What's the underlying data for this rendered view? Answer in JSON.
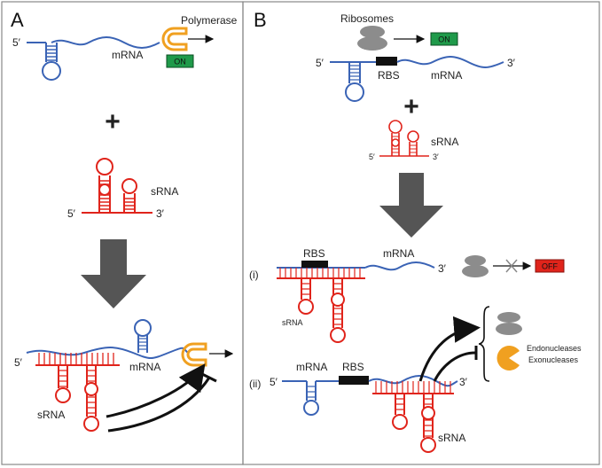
{
  "panel_a": {
    "letter": "A",
    "five_prime_top": "5′",
    "polymerase_label": "Polymerase",
    "mrna_label_top": "mRNA",
    "on_badge": "ON",
    "plus": "+",
    "srna_label": "sRNA",
    "srna_five_prime": "5′",
    "srna_three_prime": "3′",
    "complex_five_prime": "5′",
    "complex_mrna_label": "mRNA",
    "complex_srna_label": "sRNA"
  },
  "panel_b": {
    "letter": "B",
    "ribosomes_label": "Ribosomes",
    "on_badge": "ON",
    "five_prime": "5′",
    "rbs_label": "RBS",
    "mrna_label": "mRNA",
    "three_prime": "3′",
    "plus": "+",
    "srna_five_prime": "5′",
    "srna_label": "sRNA",
    "srna_three_prime": "3′",
    "case_i": {
      "roman": "(i)",
      "rbs_label": "RBS",
      "mrna_label": "mRNA",
      "three_prime": "3′",
      "srna_label": "sRNA",
      "off_badge": "OFF"
    },
    "case_ii": {
      "roman": "(ii)",
      "five_prime": "5′",
      "mrna_label": "mRNA",
      "rbs_label": "RBS",
      "three_prime": "3′",
      "srna_label": "sRNA",
      "endonucleases": "Endonucleases",
      "exonucleases": "Exonucleases"
    }
  },
  "colors": {
    "mrna": "#3a63b5",
    "srna": "#e0241b",
    "polymerase": "#f0a020",
    "ribosome": "#8c8c8c",
    "on_badge": "#1f9a4a",
    "off_badge": "#e0241b",
    "arrow": "#555555",
    "rbs": "#111111",
    "border": "#888888"
  }
}
